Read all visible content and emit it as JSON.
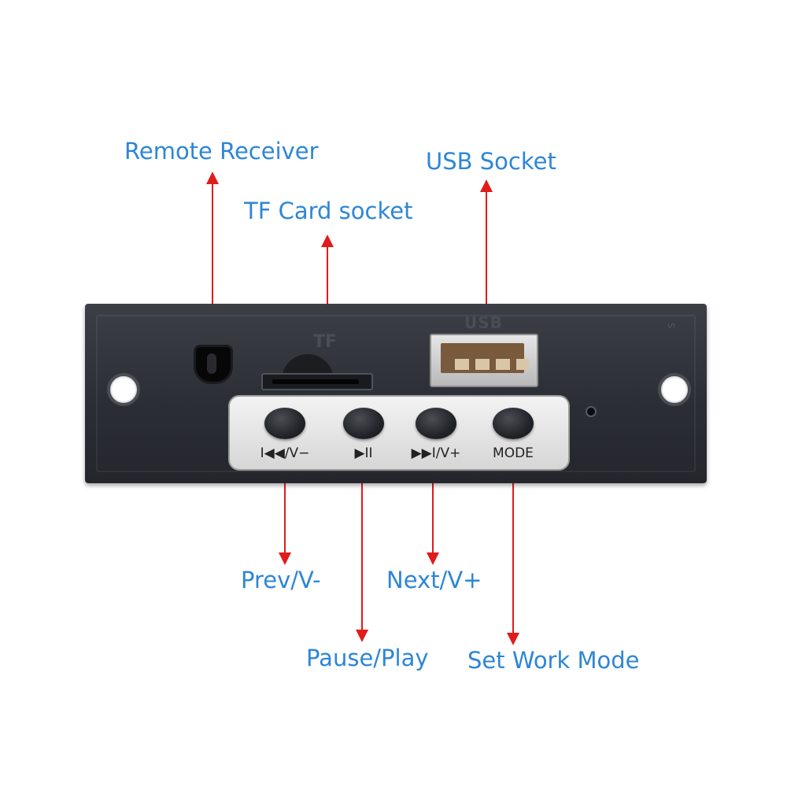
{
  "callouts": {
    "remote_receiver": "Remote Receiver",
    "tf_card_socket": "TF Card socket",
    "usb_socket": "USB Socket",
    "prev": "Prev/V-",
    "next": "Next/V+",
    "pause_play": "Pause/Play",
    "set_work_mode": "Set Work Mode"
  },
  "panel": {
    "tf_mark": "TF",
    "usb_mark": "USB",
    "small_mark": "S"
  },
  "buttons": [
    {
      "label": "I◀◀/V−"
    },
    {
      "label": "▶II"
    },
    {
      "label": "▶▶I/V+"
    },
    {
      "label": "MODE"
    }
  ],
  "colors": {
    "callout_text": "#2e86d6",
    "arrow": "#e11b1b",
    "panel": "#2f3239"
  }
}
